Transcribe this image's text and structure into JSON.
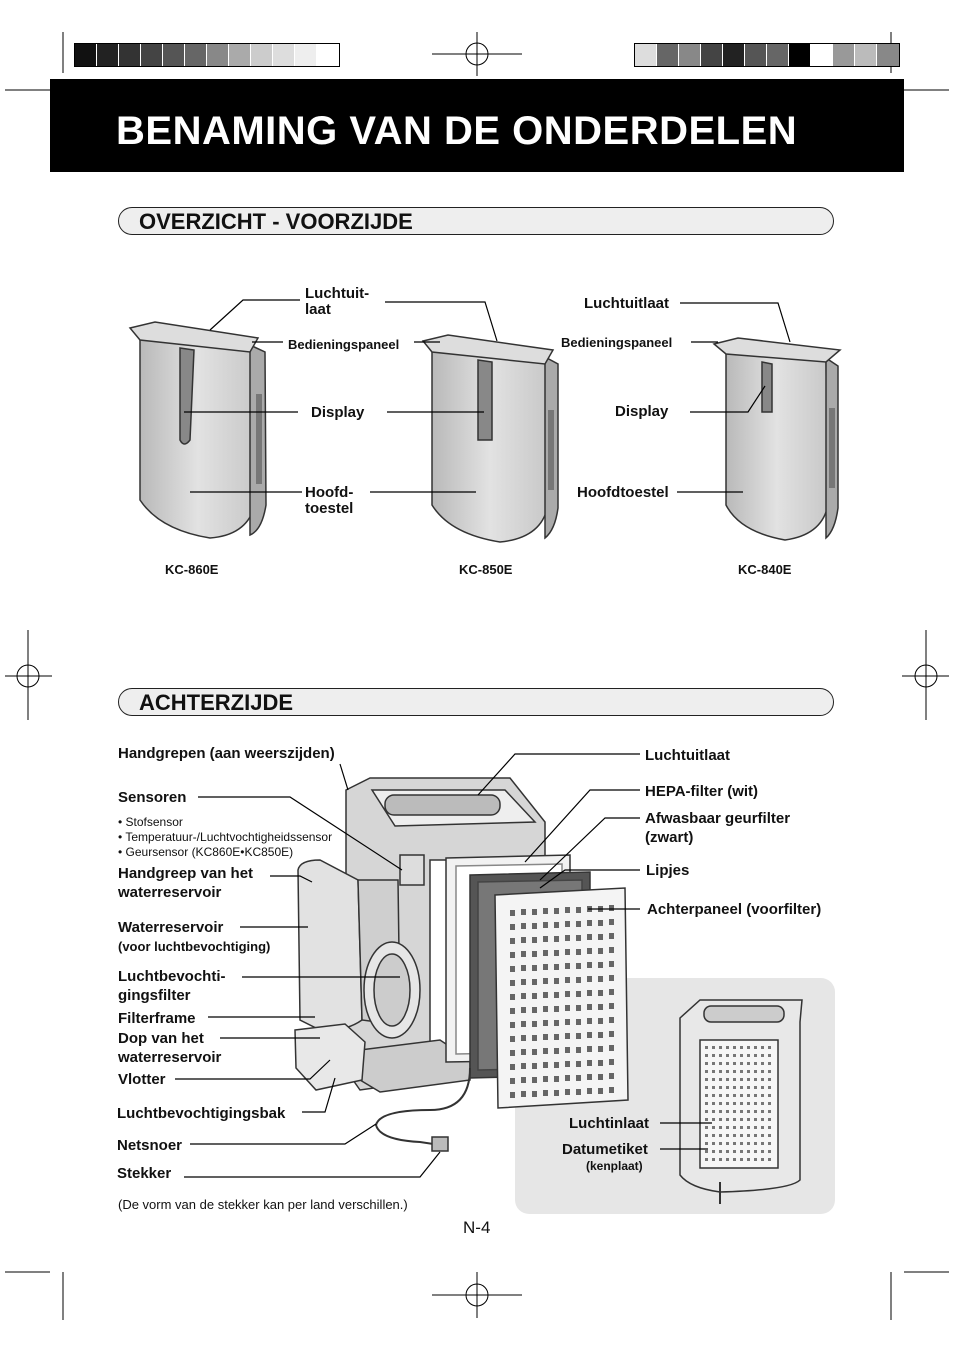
{
  "header": {
    "title": "BENAMING VAN DE ONDERDELEN"
  },
  "front": {
    "title": "OVERZICHT - VOORZIJDE",
    "labels": {
      "outlet_a": "Luchtuit-\nlaat",
      "panel_a": "Bedieningspaneel",
      "display_a": "Display",
      "body_a": "Hoofd-\ntoestel",
      "outlet_b": "Luchtuitlaat",
      "panel_b": "Bedieningspaneel",
      "display_b": "Display",
      "body_b": "Hoofdtoestel"
    },
    "models": [
      "KC-860E",
      "KC-850E",
      "KC-840E"
    ]
  },
  "back": {
    "title": "ACHTERZIJDE",
    "left_labels": {
      "handles": "Handgrepen (aan weerszijden)",
      "sensors": "Sensoren",
      "sensor_list": [
        "• Stofsensor",
        "• Temperatuur-/Luchtvochtigheidssensor",
        "• Geursensor (KC860E•KC850E)"
      ],
      "tank_handle": "Handgreep van het\nwaterreservoir",
      "tank": "Waterreservoir",
      "tank_sub": "(voor luchtbevochtiging)",
      "humid_filter": "Luchtbevochti-\ngingsfilter",
      "filter_frame": "Filterframe",
      "cap": "Dop van het\nwaterreservoir",
      "float": "Vlotter",
      "tray": "Luchtbevochtigingsbak",
      "cord": "Netsnoer",
      "plug": "Stekker"
    },
    "right_labels": {
      "outlet": "Luchtuitlaat",
      "hepa": "HEPA-filter (wit)",
      "deodor": "Afwasbaar geurfilter\n(zwart)",
      "tabs": "Lipjes",
      "back_panel": "Achterpaneel (voorfilter)",
      "inlet": "Luchtinlaat",
      "date_label": "Datumetiket",
      "date_sub": "(kenplaat)"
    },
    "note": "(De vorm van de stekker kan per land verschillen.)"
  },
  "page_number": "N-4",
  "colors": {
    "banner": "#000000",
    "section_fill": "#eeeeee",
    "inset_bg": "#e6e6e6"
  }
}
